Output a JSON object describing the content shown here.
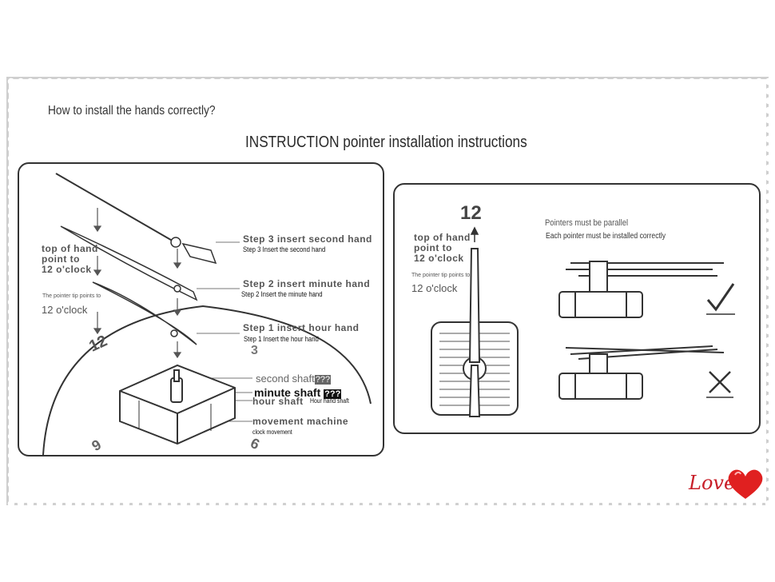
{
  "question": "How to install the hands correctly?",
  "title": "INSTRUCTION pointer installation instructions",
  "left_panel": {
    "top_of_hand": [
      "top of hand",
      "point to",
      "12 o'clock"
    ],
    "tip_note": "The pointer tip points to",
    "tip_value": "12 o'clock",
    "step3": "Step 3   insert second hand",
    "step3_en": "Step 3 Insert the second hand",
    "step2": "Step 2   insert minute hand",
    "step2_en": "Step 2 Insert the minute hand",
    "step1": "Step 1   insert hour hand",
    "step1_en": "Step 1 Insert the hour hand",
    "second_shaft": "second shaft",
    "second_box": "???",
    "minute_shaft": "minute shaft",
    "minute_box": "???",
    "hour_shaft": "hour shaft",
    "hour_shaft_en": "Hour hand shaft",
    "movement": "movement  machine",
    "movement_en": "clock movement",
    "dial_12": "12",
    "dial_3": "3",
    "dial_9": "9",
    "dial_6": "6"
  },
  "right_panel": {
    "dial_12": "12",
    "top_of_hand": [
      "top of hand",
      "point to",
      "12 o'clock"
    ],
    "tip_note": "The pointer tip points to",
    "tip_value": "12 o'clock",
    "parallel": "Pointers must be parallel",
    "parallel_en": "Each pointer must be installed correctly",
    "correct_icon": "check-mark-icon",
    "wrong_icon": "x-mark-icon"
  },
  "signature": "Love",
  "colors": {
    "border": "#333333",
    "heart": "#e02020",
    "stamp_edge": "#bdbdbd"
  }
}
